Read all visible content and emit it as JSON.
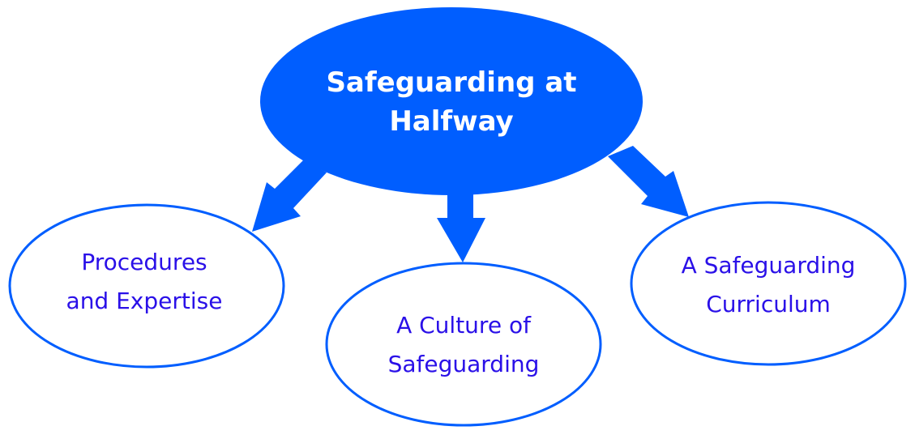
{
  "colors": {
    "primary": "#005eff",
    "text": "#2a10e8"
  },
  "central": {
    "line1": "Safeguarding at",
    "line2": "Halfway"
  },
  "nodes": [
    {
      "line1": "Procedures",
      "line2": "and Expertise"
    },
    {
      "line1": "A Culture of",
      "line2": "Safeguarding"
    },
    {
      "line1": "A Safeguarding",
      "line2": "Curriculum"
    }
  ]
}
